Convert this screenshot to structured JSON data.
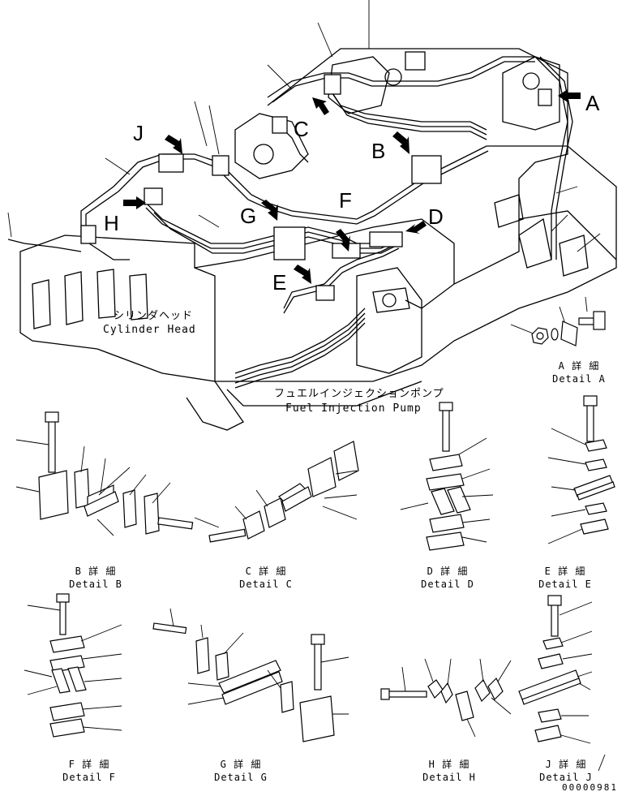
{
  "labels": {
    "cylinder_head_jp": "シリンダヘッド",
    "cylinder_head_en": "Cylinder Head",
    "pump_jp": "フュエルインジェクションポンプ",
    "pump_en": "Fuel Injection Pump"
  },
  "callouts": [
    "A",
    "B",
    "C",
    "D",
    "E",
    "F",
    "G",
    "H",
    "J"
  ],
  "details": [
    {
      "key": "A",
      "jp": "A 詳 細",
      "en": "Detail A"
    },
    {
      "key": "B",
      "jp": "B 詳 細",
      "en": "Detail B"
    },
    {
      "key": "C",
      "jp": "C 詳 細",
      "en": "Detail C"
    },
    {
      "key": "D",
      "jp": "D 詳 細",
      "en": "Detail D"
    },
    {
      "key": "E",
      "jp": "E 詳 細",
      "en": "Detail E"
    },
    {
      "key": "F",
      "jp": "F 詳 細",
      "en": "Detail F"
    },
    {
      "key": "G",
      "jp": "G 詳 細",
      "en": "Detail G"
    },
    {
      "key": "H",
      "jp": "H 詳 細",
      "en": "Detail H"
    },
    {
      "key": "J",
      "jp": "J 詳 細",
      "en": "Detail J"
    }
  ],
  "drawing_code": "00000981"
}
